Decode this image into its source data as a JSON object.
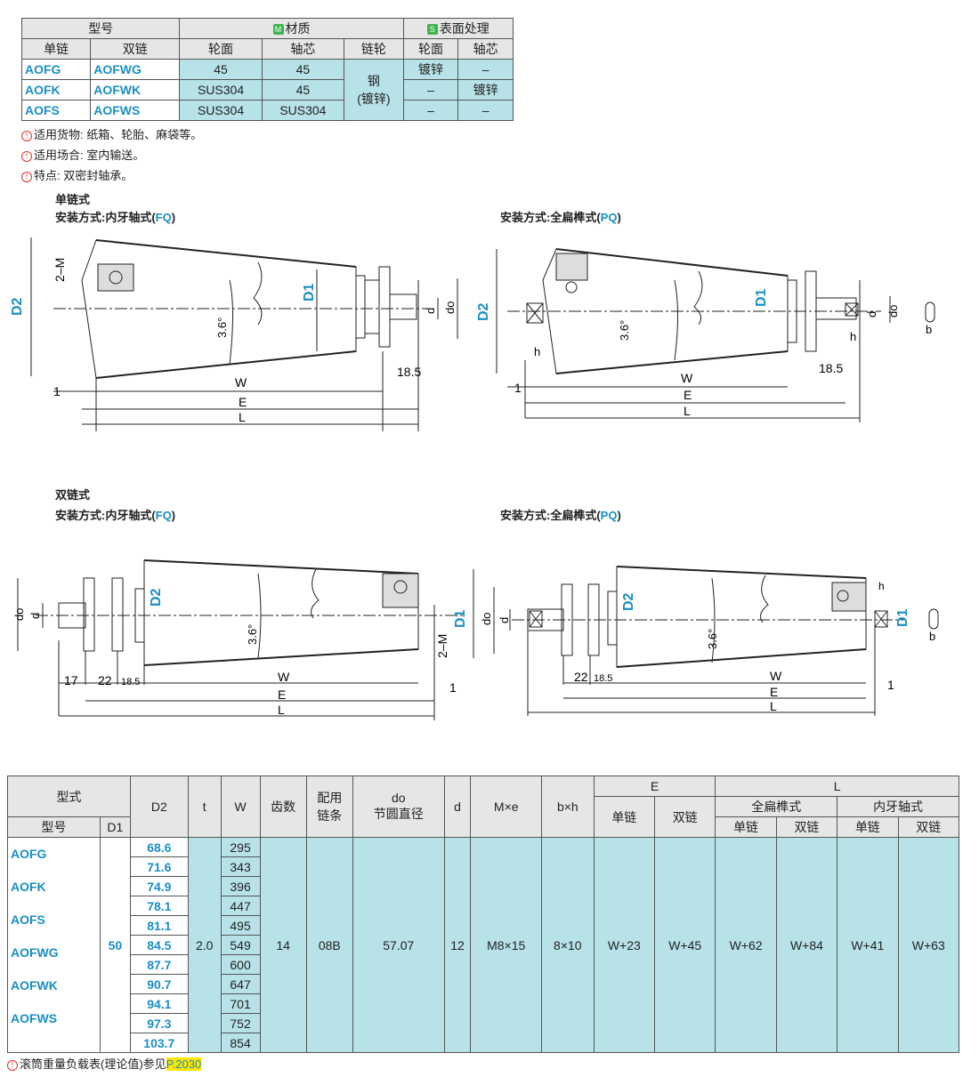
{
  "material_table": {
    "h_model": "型号",
    "h_material": "材质",
    "h_surface": "表面处理",
    "badge_m": "M",
    "badge_s": "S",
    "h_single": "单链",
    "h_double": "双链",
    "h_wheel": "轮面",
    "h_shaft": "轴芯",
    "h_sprocket": "链轮",
    "h_wheel2": "轮面",
    "h_shaft2": "轴芯",
    "rows": [
      {
        "single": "AOFG",
        "double": "AOFWG",
        "wheel": "45",
        "shaft": "45",
        "sw": "镀锌",
        "ss": "–"
      },
      {
        "single": "AOFK",
        "double": "AOFWK",
        "wheel": "SUS304",
        "shaft": "45",
        "sw": "–",
        "ss": "镀锌"
      },
      {
        "single": "AOFS",
        "double": "AOFWS",
        "wheel": "SUS304",
        "shaft": "SUS304",
        "sw": "–",
        "ss": "–"
      }
    ],
    "sprocket_1": "钢",
    "sprocket_2": "(镀锌)"
  },
  "notes": [
    "适用货物: 纸箱、轮胎、麻袋等。",
    "适用场合: 室内输送。",
    "特点: 双密封轴承。"
  ],
  "drawings": {
    "single": "单链式",
    "double": "双链式",
    "fq_prefix": "安装方式:内牙轴式(",
    "fq_code": "FQ",
    "pq_prefix": "安装方式:全扁榫式(",
    "pq_code": "PQ",
    "suffix": ")",
    "dims": {
      "D2": "D2",
      "D1": "D1",
      "2-M": "2–M",
      "angle": "3.6°",
      "d": "d",
      "do": "do",
      "W": "W",
      "E": "E",
      "L": "L",
      "h": "h",
      "b": "b",
      "one": "1",
      "r185": "18.5",
      "r17": "17",
      "r22": "22"
    }
  },
  "spec_table": {
    "h_type": "型式",
    "h_model": "型号",
    "h_d1": "D1",
    "h_d2": "D2",
    "h_t": "t",
    "h_w": "W",
    "h_teeth": "齿数",
    "h_chain1": "配用",
    "h_chain2": "链条",
    "h_do1": "do",
    "h_do2": "节圆直径",
    "h_d": "d",
    "h_me": "M×e",
    "h_bh": "b×h",
    "h_E": "E",
    "h_L": "L",
    "h_single": "单链",
    "h_double": "双链",
    "h_pq": "全扁榫式",
    "h_fq": "内牙轴式",
    "h_s1": "单链",
    "h_d1b": "双链",
    "h_s2": "单链",
    "h_d2b": "双链",
    "models": [
      "AOFG",
      "AOFK",
      "AOFS",
      "AOFWG",
      "AOFWK",
      "AOFWS"
    ],
    "d1": "50",
    "d2_values": [
      "68.6",
      "71.6",
      "74.9",
      "78.1",
      "81.1",
      "84.5",
      "87.7",
      "90.7",
      "94.1",
      "97.3",
      "103.7"
    ],
    "w_values": [
      "295",
      "343",
      "396",
      "447",
      "495",
      "549",
      "600",
      "647",
      "701",
      "752",
      "854"
    ],
    "t": "2.0",
    "teeth": "14",
    "chain": "08B",
    "do": "57.07",
    "d": "12",
    "me": "M8×15",
    "bh": "8×10",
    "E_single": "W+23",
    "E_double": "W+45",
    "L_pq_single": "W+62",
    "L_pq_double": "W+84",
    "L_fq_single": "W+41",
    "L_fq_double": "W+63"
  },
  "footnote": {
    "text": "滚筒重量负载表(理论值)参见",
    "ref": "P.2030"
  }
}
